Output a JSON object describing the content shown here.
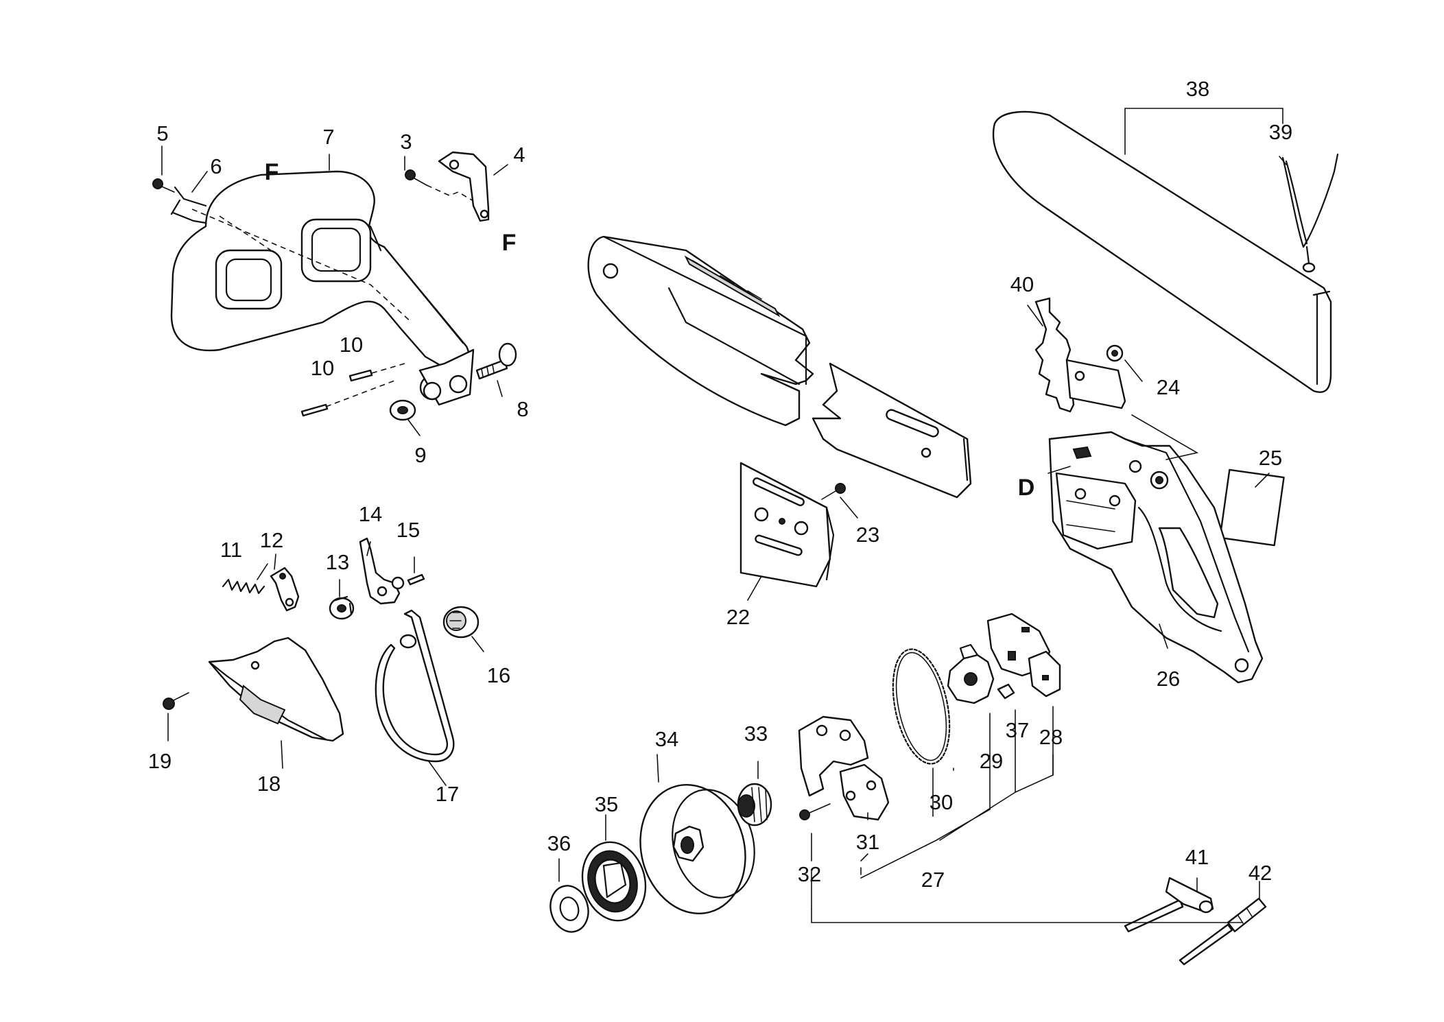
{
  "callouts": {
    "c3": "3",
    "c4": "4",
    "c5": "5",
    "c6": "6",
    "c7": "7",
    "c8": "8",
    "c9": "9",
    "c10a": "10",
    "c10b": "10",
    "c11": "11",
    "c12": "12",
    "c13": "13",
    "c14": "14",
    "c15": "15",
    "c16": "16",
    "c17": "17",
    "c18": "18",
    "c19": "19",
    "c22": "22",
    "c23": "23",
    "c24": "24",
    "c25": "25",
    "c26": "26",
    "c27": "27",
    "c28": "28",
    "c29": "29",
    "c30": "30",
    "c31": "31",
    "c32": "32",
    "c33": "33",
    "c34": "34",
    "c35": "35",
    "c36": "36",
    "c37": "37",
    "c38": "38",
    "c39": "39",
    "c40": "40",
    "c41": "41",
    "c42": "42"
  },
  "refs": {
    "f1": "F",
    "f2": "F",
    "d": "D"
  }
}
